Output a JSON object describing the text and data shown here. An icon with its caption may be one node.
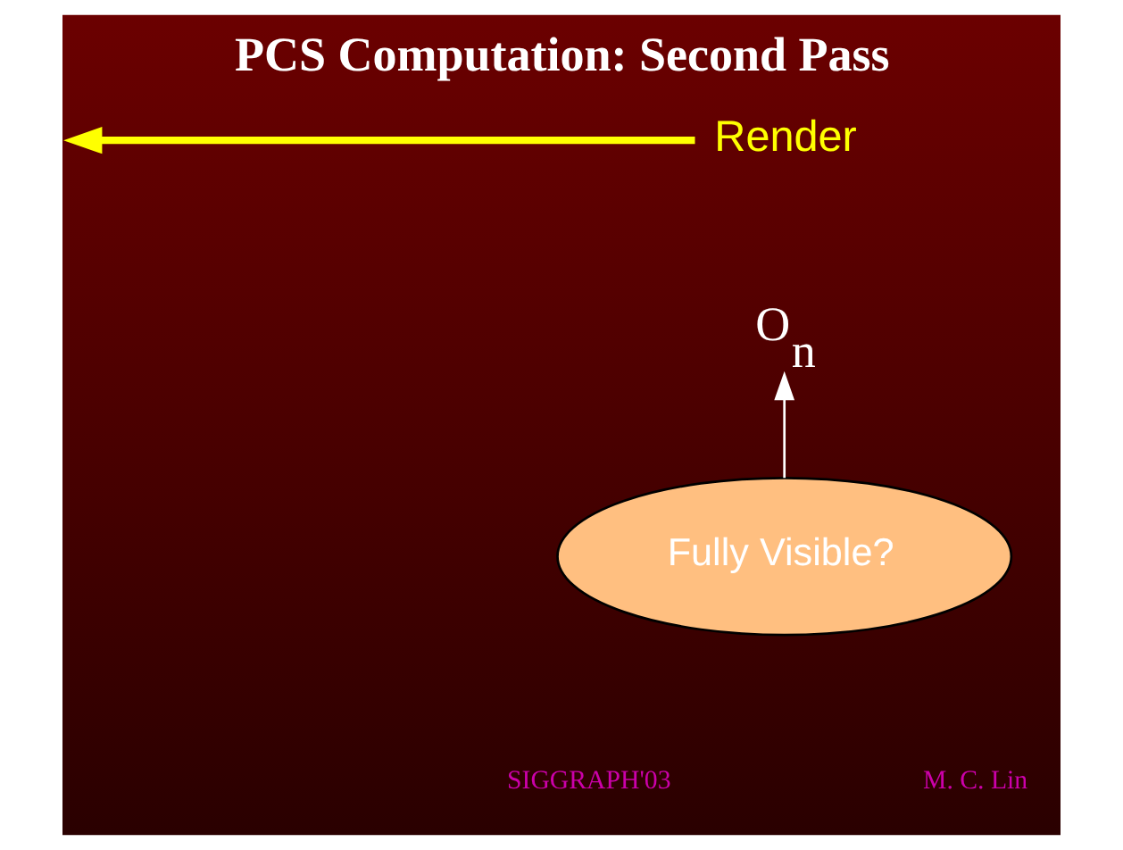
{
  "diagram": {
    "title": "PCS Computation: Second Pass",
    "nodes": [
      {
        "text": [
          "Render"
        ]
      },
      {
        "text": [
          "O$_{n}$"
        ]
      },
      {
        "text": [
          "Fully Visible?"
        ]
      }
    ],
    "edges": [
      {
        "from": 0,
        "to": null,
        "arrow": "to",
        "color": "#ffff00",
        "style": "thick"
      },
      {
        "from": 2,
        "to": 1,
        "arrow": "to",
        "color": "#ffffff"
      }
    ],
    "labels": [
      "SIGGRAPH'03",
      "M. C. Lin"
    ]
  }
}
